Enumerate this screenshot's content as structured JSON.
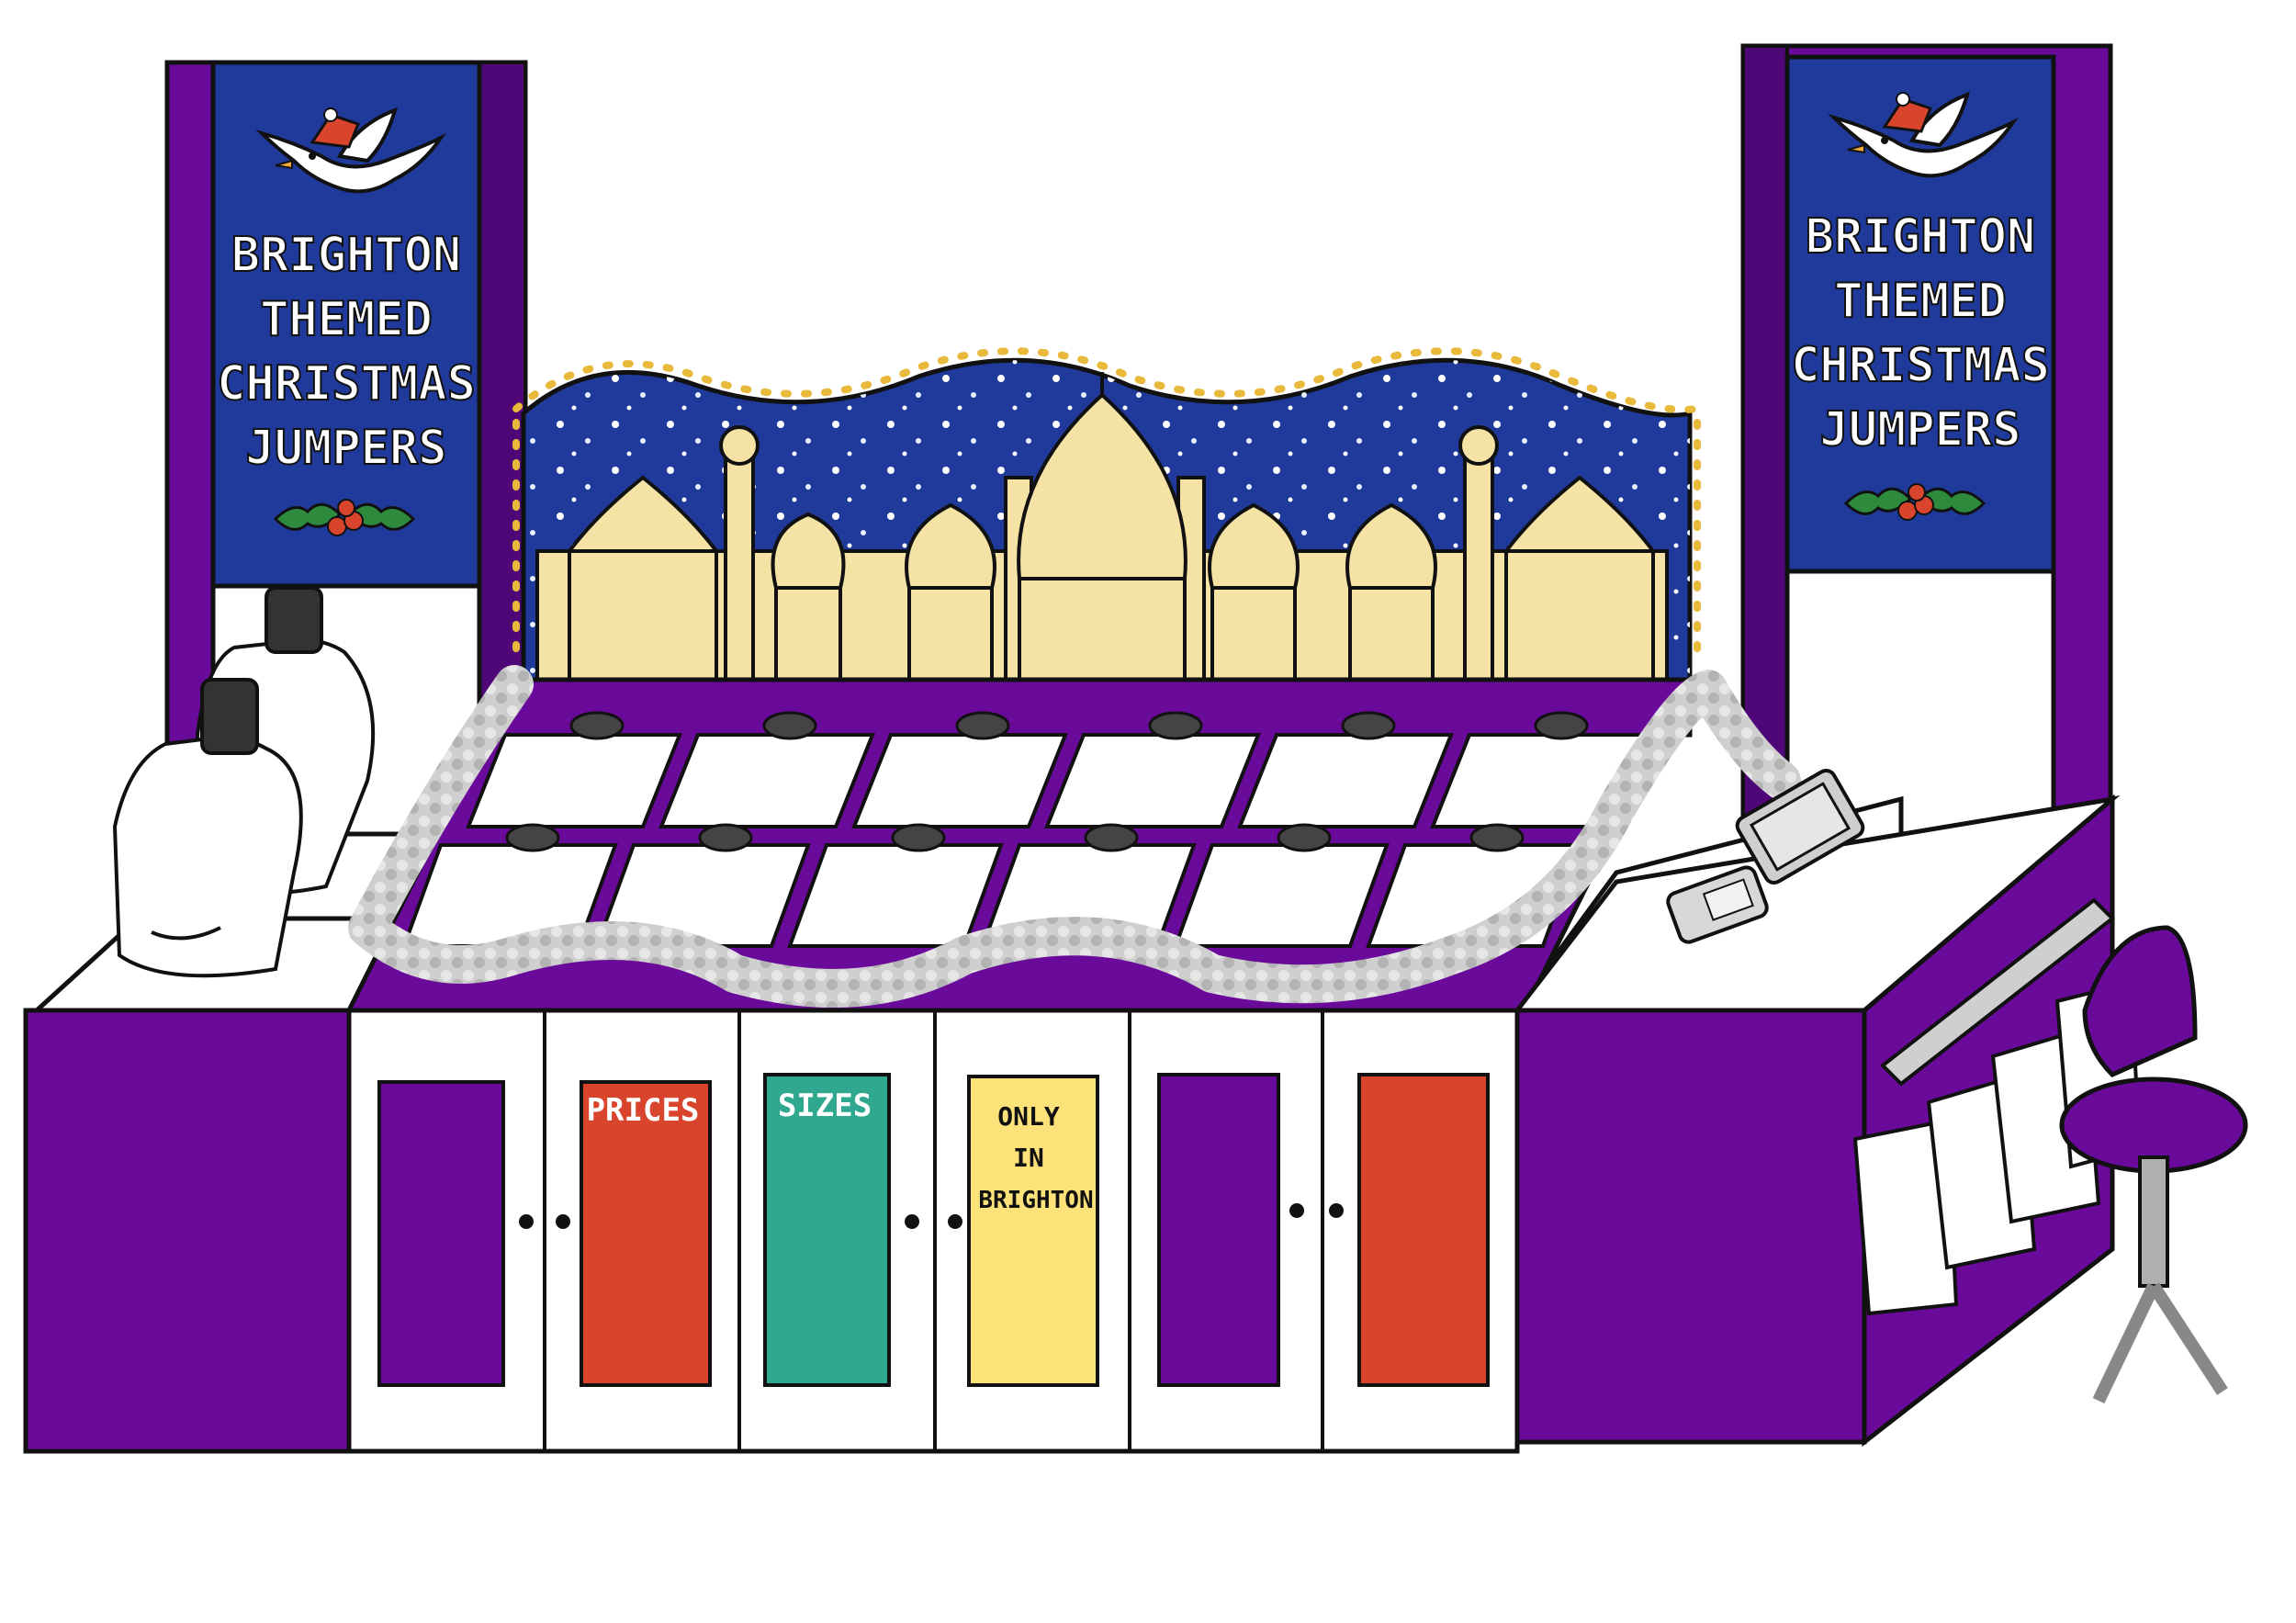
{
  "banner_left": {
    "lines": [
      "BRIGHTON",
      "THEMED",
      "CHRISTMAS",
      "JUMPERS"
    ]
  },
  "banner_right": {
    "lines": [
      "BRIGHTON",
      "THEMED",
      "CHRISTMAS",
      "JUMPERS"
    ]
  },
  "panels": {
    "prices": "PRICES",
    "sizes": "SIZES",
    "only_in_brighton": [
      "ONLY",
      "IN",
      "BRIGHTON"
    ]
  },
  "colors": {
    "purple": "#6a0a9a",
    "banner_blue": "#1f3a9a",
    "orange": "#d8452c",
    "teal": "#2fa88f",
    "yellow": "#fde27a",
    "palace": "#f5e3a6",
    "tinsel": "#c9c9c9"
  },
  "icons": [
    "seagull-santa-hat-icon",
    "holly-icon",
    "card-reader-icon",
    "tablet-icon",
    "stool-icon"
  ]
}
